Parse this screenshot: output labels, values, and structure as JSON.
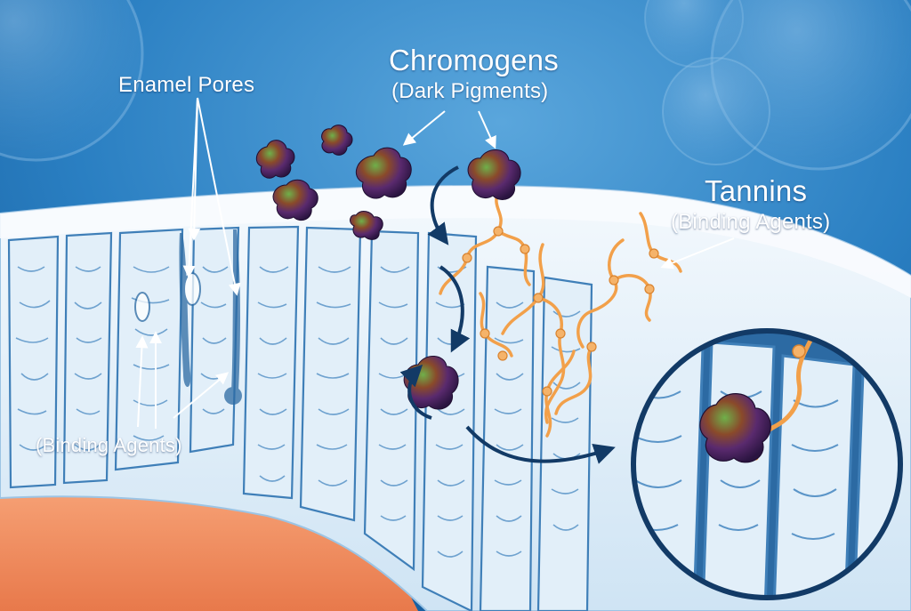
{
  "labels": {
    "enamel_pores": "Enamel Pores",
    "chromogens_title": "Chromogens",
    "chromogens_subtitle": "(Dark Pigments)",
    "tannins_title": "Tannins",
    "tannins_subtitle": "(Binding Agents)",
    "binding_agents": "(Binding Agents)"
  },
  "colors": {
    "background": "#1f6fb5",
    "enamel": "#e8f3fb",
    "enamel_line": "#3f7fb8",
    "dentin": "#f08a5d",
    "tannin": "#f2a04a",
    "arrow": "#123a66",
    "label_text": "#ffffff"
  }
}
